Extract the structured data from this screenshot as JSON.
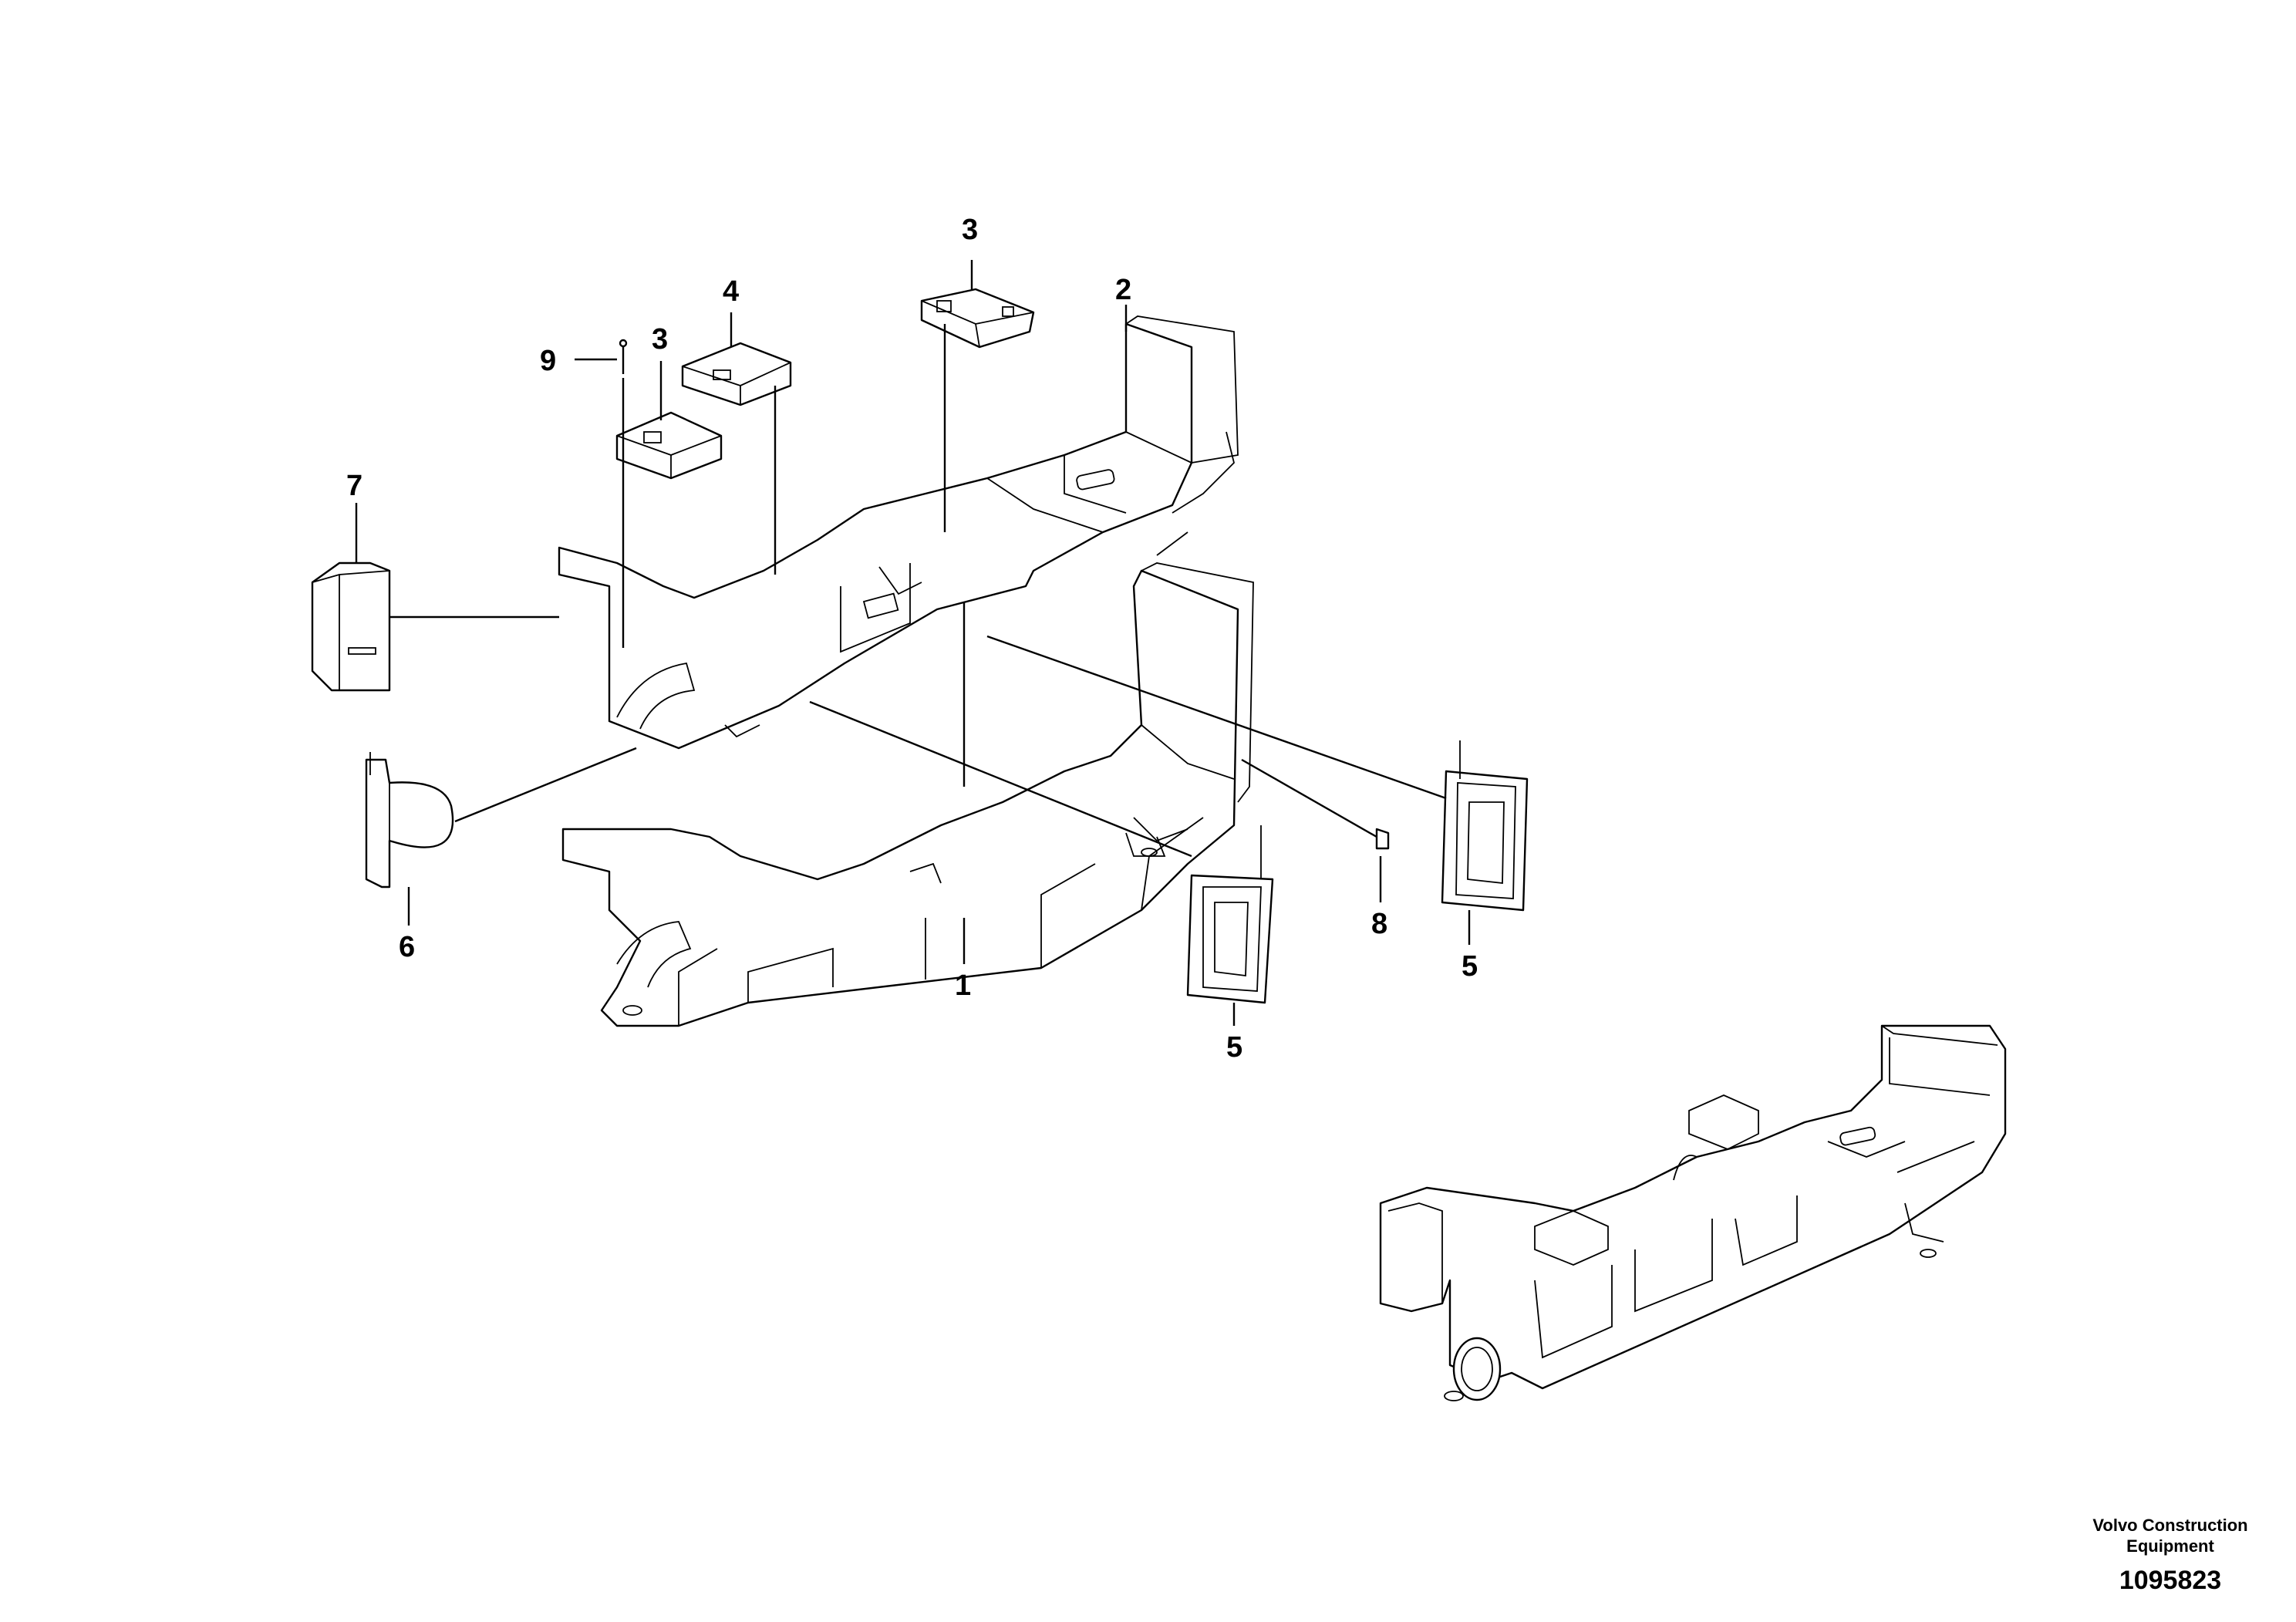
{
  "callouts": {
    "c1": "1",
    "c2": "2",
    "c3a": "3",
    "c3b": "3",
    "c4": "4",
    "c5a": "5",
    "c5b": "5",
    "c6": "6",
    "c7": "7",
    "c8": "8",
    "c9": "9"
  },
  "footer": {
    "company_line1": "Volvo Construction",
    "company_line2": "Equipment",
    "drawing_number": "1095823"
  }
}
